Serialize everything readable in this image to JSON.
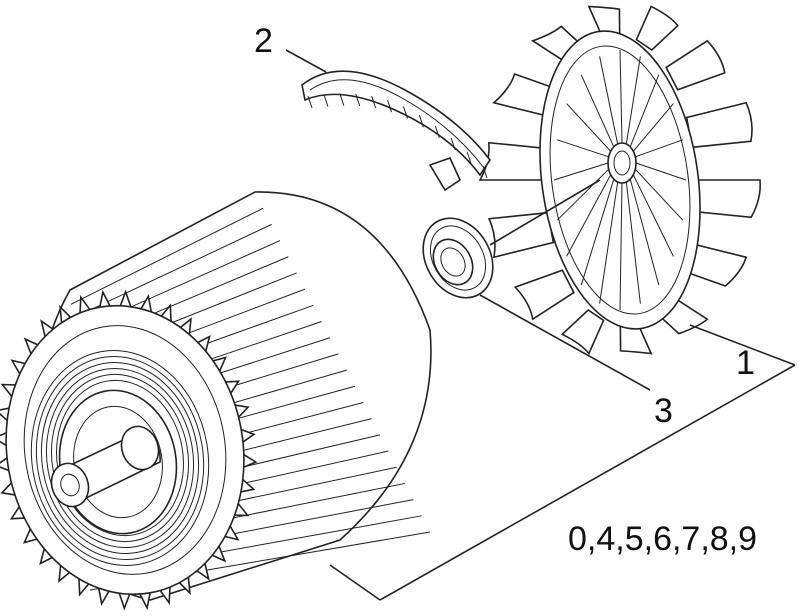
{
  "labels": {
    "fan": "1",
    "ring": "2",
    "bearing": "3",
    "motor": "0,4,5,6,7,8,9"
  },
  "colors": {
    "line": "#222222",
    "background": "#ffffff"
  }
}
